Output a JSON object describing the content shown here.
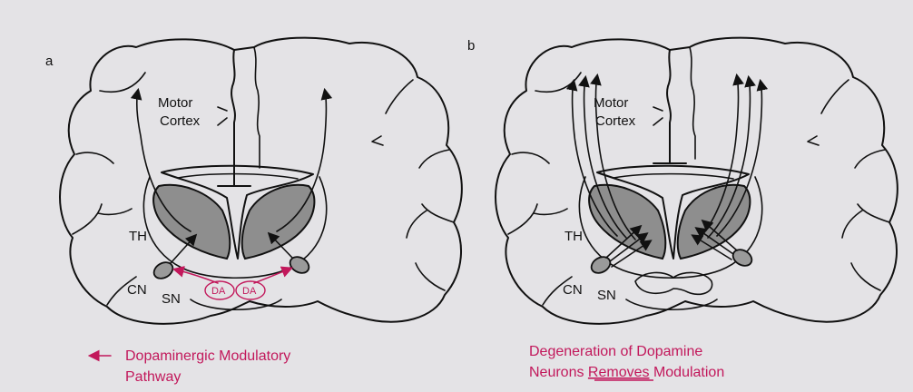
{
  "panel_a": {
    "letter": "a",
    "motor_label_line1": "Motor",
    "motor_label_line2": "Cortex",
    "th_label": "TH",
    "cn_label": "CN",
    "sn_label": "SN",
    "da_left": "DA",
    "da_right": "DA",
    "caption_line1": "Dopaminergic Modulatory",
    "caption_line2": "Pathway"
  },
  "panel_b": {
    "letter": "b",
    "motor_label_line1": "Motor",
    "motor_label_line2": "Cortex",
    "th_label": "TH",
    "cn_label": "CN",
    "sn_label": "SN",
    "caption_line1": "Degeneration of Dopamine",
    "caption_line2_prefix": "Neurons ",
    "caption_line2_emphasis": "Removes",
    "caption_line2_suffix": " Modulation"
  },
  "colors": {
    "background": "#e4e3e6",
    "annotation": "#c2185b",
    "ganglia_fill": "#8e8e8e"
  }
}
